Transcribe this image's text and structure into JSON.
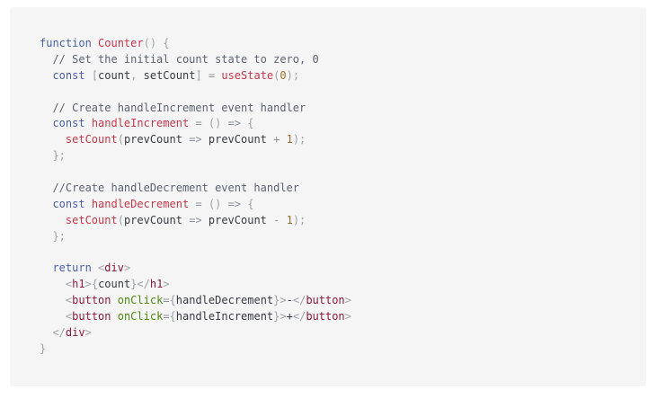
{
  "code_block": {
    "language": "jsx",
    "lines": [
      [
        {
          "t": "function",
          "c": "kw"
        },
        {
          "t": " ",
          "c": "tx"
        },
        {
          "t": "Counter",
          "c": "fn"
        },
        {
          "t": "() {",
          "c": "pn"
        }
      ],
      [
        {
          "t": "  ",
          "c": "tx"
        },
        {
          "t": "// Set the initial count state to zero, 0",
          "c": "cm"
        }
      ],
      [
        {
          "t": "  ",
          "c": "tx"
        },
        {
          "t": "const",
          "c": "kw"
        },
        {
          "t": " ",
          "c": "tx"
        },
        {
          "t": "[",
          "c": "pn"
        },
        {
          "t": "count",
          "c": "tx"
        },
        {
          "t": ", ",
          "c": "pn"
        },
        {
          "t": "setCount",
          "c": "tx"
        },
        {
          "t": "]",
          "c": "pn"
        },
        {
          "t": " = ",
          "c": "op"
        },
        {
          "t": "useState",
          "c": "fn"
        },
        {
          "t": "(",
          "c": "pn"
        },
        {
          "t": "0",
          "c": "nm"
        },
        {
          "t": ");",
          "c": "pn"
        }
      ],
      [],
      [
        {
          "t": "  ",
          "c": "tx"
        },
        {
          "t": "// Create handleIncrement event handler",
          "c": "cm"
        }
      ],
      [
        {
          "t": "  ",
          "c": "tx"
        },
        {
          "t": "const",
          "c": "kw"
        },
        {
          "t": " ",
          "c": "tx"
        },
        {
          "t": "handleIncrement",
          "c": "fn"
        },
        {
          "t": " = ",
          "c": "op"
        },
        {
          "t": "() ",
          "c": "pn"
        },
        {
          "t": "=>",
          "c": "op"
        },
        {
          "t": " {",
          "c": "pn"
        }
      ],
      [
        {
          "t": "    ",
          "c": "tx"
        },
        {
          "t": "setCount",
          "c": "fn"
        },
        {
          "t": "(",
          "c": "pn"
        },
        {
          "t": "prevCount",
          "c": "tx"
        },
        {
          "t": " => ",
          "c": "op"
        },
        {
          "t": "prevCount",
          "c": "tx"
        },
        {
          "t": " + ",
          "c": "op"
        },
        {
          "t": "1",
          "c": "nm"
        },
        {
          "t": ");",
          "c": "pn"
        }
      ],
      [
        {
          "t": "  ",
          "c": "tx"
        },
        {
          "t": "};",
          "c": "pn"
        }
      ],
      [],
      [
        {
          "t": "  ",
          "c": "tx"
        },
        {
          "t": "//Create handleDecrement event handler",
          "c": "cm"
        }
      ],
      [
        {
          "t": "  ",
          "c": "tx"
        },
        {
          "t": "const",
          "c": "kw"
        },
        {
          "t": " ",
          "c": "tx"
        },
        {
          "t": "handleDecrement",
          "c": "fn"
        },
        {
          "t": " = ",
          "c": "op"
        },
        {
          "t": "() ",
          "c": "pn"
        },
        {
          "t": "=>",
          "c": "op"
        },
        {
          "t": " {",
          "c": "pn"
        }
      ],
      [
        {
          "t": "    ",
          "c": "tx"
        },
        {
          "t": "setCount",
          "c": "fn"
        },
        {
          "t": "(",
          "c": "pn"
        },
        {
          "t": "prevCount",
          "c": "tx"
        },
        {
          "t": " => ",
          "c": "op"
        },
        {
          "t": "prevCount",
          "c": "tx"
        },
        {
          "t": " - ",
          "c": "op"
        },
        {
          "t": "1",
          "c": "nm"
        },
        {
          "t": ");",
          "c": "pn"
        }
      ],
      [
        {
          "t": "  ",
          "c": "tx"
        },
        {
          "t": "};",
          "c": "pn"
        }
      ],
      [],
      [
        {
          "t": "  ",
          "c": "tx"
        },
        {
          "t": "return",
          "c": "kw"
        },
        {
          "t": " ",
          "c": "tx"
        },
        {
          "t": "<",
          "c": "pn"
        },
        {
          "t": "div",
          "c": "tg"
        },
        {
          "t": ">",
          "c": "pn"
        }
      ],
      [
        {
          "t": "    ",
          "c": "tx"
        },
        {
          "t": "<",
          "c": "pn"
        },
        {
          "t": "h1",
          "c": "tg"
        },
        {
          "t": ">",
          "c": "pn"
        },
        {
          "t": "{",
          "c": "pn"
        },
        {
          "t": "count",
          "c": "tx"
        },
        {
          "t": "}",
          "c": "pn"
        },
        {
          "t": "</",
          "c": "pn"
        },
        {
          "t": "h1",
          "c": "tg"
        },
        {
          "t": ">",
          "c": "pn"
        }
      ],
      [
        {
          "t": "    ",
          "c": "tx"
        },
        {
          "t": "<",
          "c": "pn"
        },
        {
          "t": "button",
          "c": "tg"
        },
        {
          "t": " ",
          "c": "tx"
        },
        {
          "t": "onClick",
          "c": "at"
        },
        {
          "t": "=",
          "c": "op"
        },
        {
          "t": "{",
          "c": "pn"
        },
        {
          "t": "handleDecrement",
          "c": "tx"
        },
        {
          "t": "}",
          "c": "pn"
        },
        {
          "t": ">",
          "c": "pn"
        },
        {
          "t": "-",
          "c": "tx"
        },
        {
          "t": "</",
          "c": "pn"
        },
        {
          "t": "button",
          "c": "tg"
        },
        {
          "t": ">",
          "c": "pn"
        }
      ],
      [
        {
          "t": "    ",
          "c": "tx"
        },
        {
          "t": "<",
          "c": "pn"
        },
        {
          "t": "button",
          "c": "tg"
        },
        {
          "t": " ",
          "c": "tx"
        },
        {
          "t": "onClick",
          "c": "at"
        },
        {
          "t": "=",
          "c": "op"
        },
        {
          "t": "{",
          "c": "pn"
        },
        {
          "t": "handleIncrement",
          "c": "tx"
        },
        {
          "t": "}",
          "c": "pn"
        },
        {
          "t": ">",
          "c": "pn"
        },
        {
          "t": "+",
          "c": "tx"
        },
        {
          "t": "</",
          "c": "pn"
        },
        {
          "t": "button",
          "c": "tg"
        },
        {
          "t": ">",
          "c": "pn"
        }
      ],
      [
        {
          "t": "  ",
          "c": "tx"
        },
        {
          "t": "</",
          "c": "pn"
        },
        {
          "t": "div",
          "c": "tg"
        },
        {
          "t": ">",
          "c": "pn"
        }
      ],
      [
        {
          "t": "}",
          "c": "pn"
        }
      ]
    ]
  }
}
